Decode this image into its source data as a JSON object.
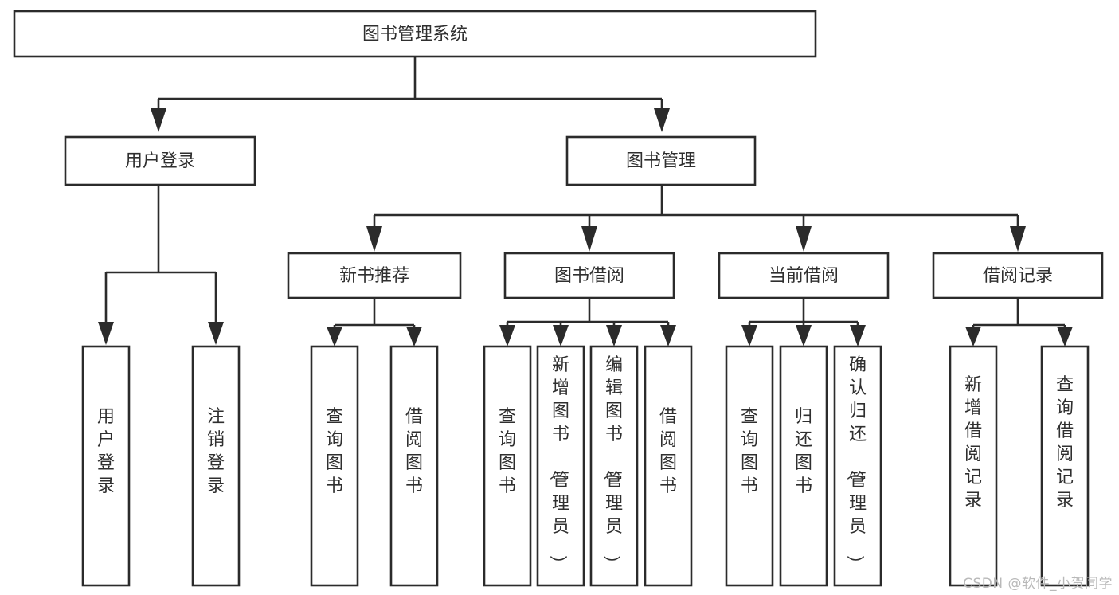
{
  "diagram": {
    "title": "图书管理系统",
    "type": "hierarchy-tree",
    "watermark": "CSDN @软件_小贺同学",
    "colors": {
      "stroke": "#2b2b2b",
      "box_fill": "#ffffff",
      "text": "#2f2f2f",
      "background": "#ffffff",
      "watermark": "#b9b9b9"
    },
    "root": {
      "label": "图书管理系统",
      "orientation": "horizontal"
    },
    "level2": [
      {
        "label": "用户登录",
        "orientation": "horizontal"
      },
      {
        "label": "图书管理",
        "orientation": "horizontal"
      }
    ],
    "level3": [
      {
        "label": "新书推荐",
        "orientation": "horizontal"
      },
      {
        "label": "图书借阅",
        "orientation": "horizontal"
      },
      {
        "label": "当前借阅",
        "orientation": "horizontal"
      },
      {
        "label": "借阅记录",
        "orientation": "horizontal"
      }
    ],
    "leaves": {
      "user_login": [
        {
          "label": "用户登录",
          "orientation": "vertical"
        },
        {
          "label": "注销登录",
          "orientation": "vertical"
        }
      ],
      "new_book_recommend": [
        {
          "label": "查询图书",
          "orientation": "vertical"
        },
        {
          "label": "借阅图书",
          "orientation": "vertical"
        }
      ],
      "book_borrow": [
        {
          "label": "查询图书",
          "orientation": "vertical"
        },
        {
          "label": "新增图书（管理员）",
          "orientation": "vertical"
        },
        {
          "label": "编辑图书（管理员）",
          "orientation": "vertical"
        },
        {
          "label": "借阅图书",
          "orientation": "vertical"
        }
      ],
      "current_borrow": [
        {
          "label": "查询图书",
          "orientation": "vertical"
        },
        {
          "label": "归还图书",
          "orientation": "vertical"
        },
        {
          "label": "确认归还（管理员）",
          "orientation": "vertical"
        }
      ],
      "borrow_record": [
        {
          "label": "新增借阅记录",
          "orientation": "vertical"
        },
        {
          "label": "查询借阅记录",
          "orientation": "vertical"
        }
      ]
    }
  }
}
